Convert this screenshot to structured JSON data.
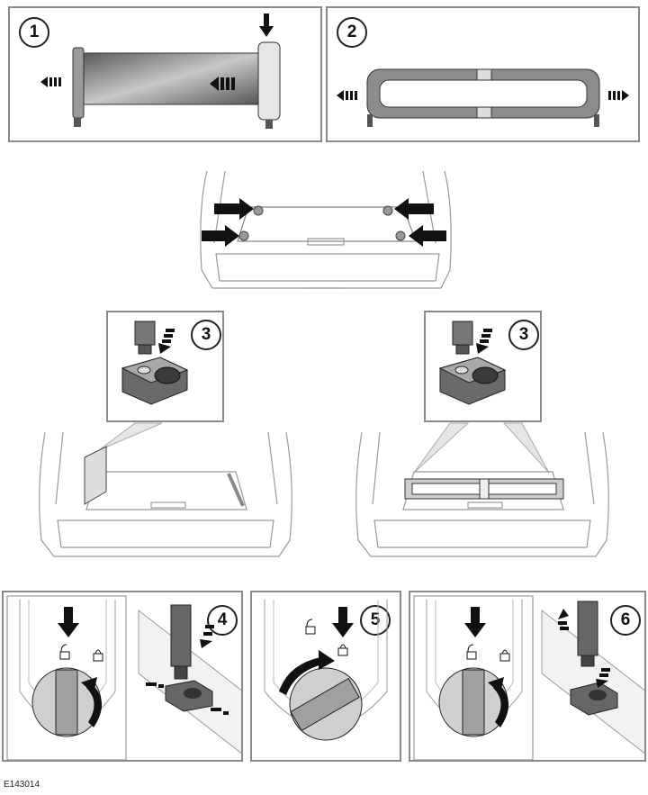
{
  "steps": {
    "s1": "1",
    "s2": "2",
    "s3a": "3",
    "s3b": "3",
    "s4": "4",
    "s5": "5",
    "s6": "6"
  },
  "figure_code": "E143014"
}
